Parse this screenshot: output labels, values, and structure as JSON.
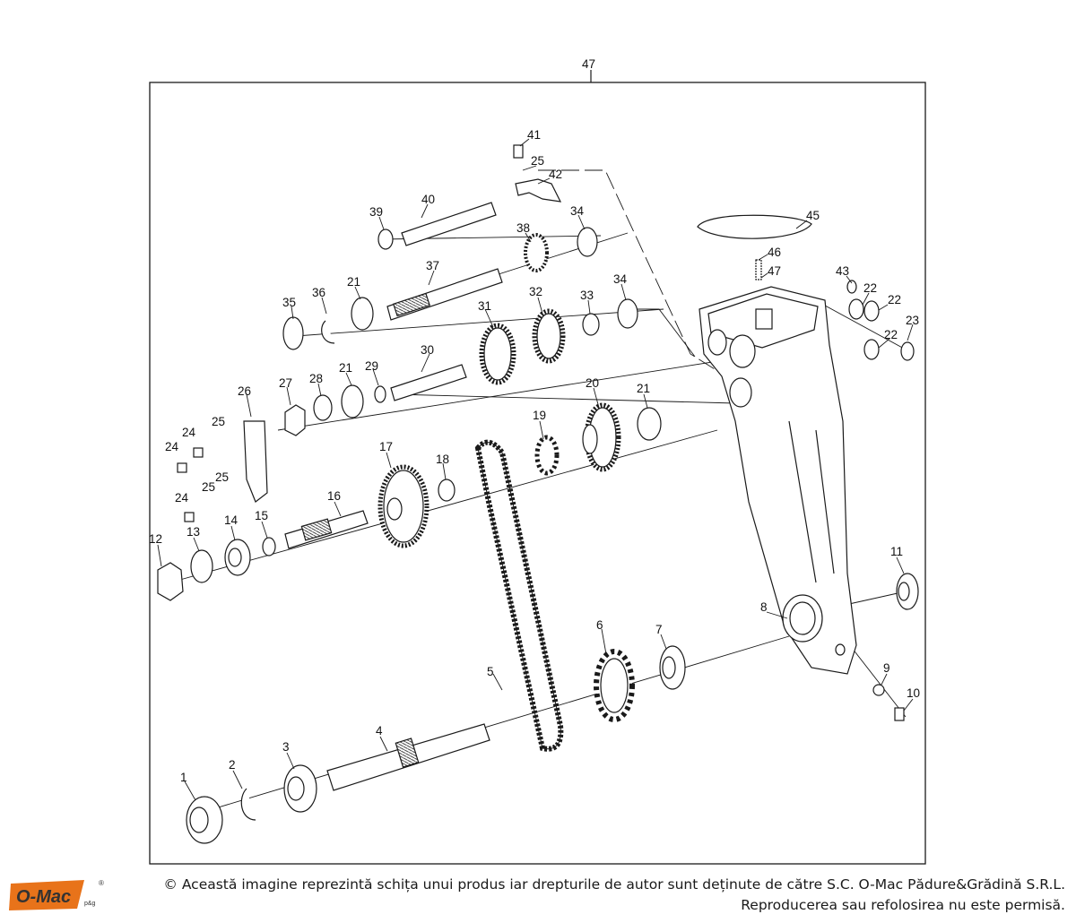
{
  "diagram": {
    "assembly_label": "47",
    "callouts": [
      "1",
      "2",
      "3",
      "4",
      "5",
      "6",
      "7",
      "8",
      "9",
      "10",
      "11",
      "12",
      "13",
      "14",
      "15",
      "16",
      "17",
      "18",
      "19",
      "20",
      "21",
      "21",
      "21",
      "21",
      "22",
      "22",
      "22",
      "23",
      "24",
      "24",
      "24",
      "25",
      "25",
      "25",
      "25",
      "26",
      "27",
      "28",
      "29",
      "30",
      "31",
      "32",
      "33",
      "34",
      "34",
      "35",
      "36",
      "37",
      "38",
      "39",
      "40",
      "41",
      "42",
      "45",
      "46",
      "47",
      "43"
    ]
  },
  "footer": {
    "logo_text": "O-Mac",
    "logo_suffix": "p&g",
    "logo_reg": "®",
    "copyright_line1": "© Această imagine reprezintă schița unui produs iar drepturile de autor sunt deținute de către S.C. O-Mac Pădure&Grădină S.R.L.",
    "copyright_line2": "Reproducerea sau refolosirea nu este permisă."
  },
  "colors": {
    "line": "#1a1a1a",
    "logo_orange": "#e8731a",
    "logo_dark": "#333333"
  }
}
